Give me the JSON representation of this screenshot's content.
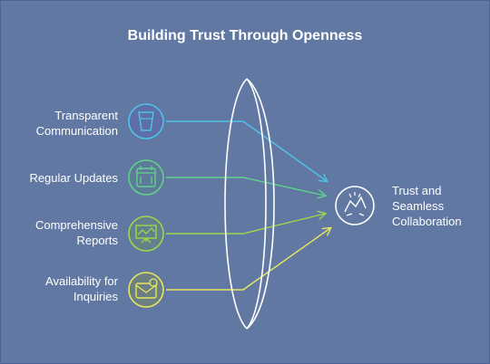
{
  "title": "Building Trust Through Openness",
  "inputs": [
    {
      "line1": "Transparent",
      "line2": "Communication",
      "icon": "cup-icon",
      "color": "#4fc3e8"
    },
    {
      "line1": "Regular Updates",
      "line2": "",
      "icon": "calendar-icon",
      "color": "#5fd38a"
    },
    {
      "line1": "Comprehensive",
      "line2": "Reports",
      "icon": "presentation-chart-icon",
      "color": "#9ad84f"
    },
    {
      "line1": "Availability for",
      "line2": "Inquiries",
      "icon": "mail-icon",
      "color": "#e7e85c"
    }
  ],
  "output": {
    "line1": "Trust and",
    "line2": "Seamless",
    "line3": "Collaboration",
    "icon": "handshake-icon"
  },
  "colors": {
    "background": "#6178a3",
    "text": "#ffffff",
    "lens": "#ffffff"
  }
}
